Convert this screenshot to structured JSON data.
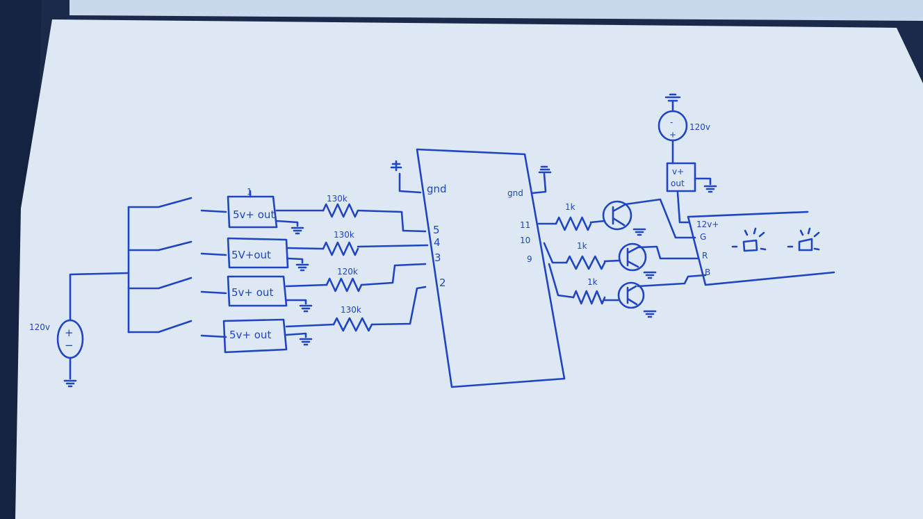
{
  "diagram": {
    "main_source_label": "120v",
    "regulators": [
      {
        "label": "5v+ out",
        "pin_note": "1"
      },
      {
        "label": "5V+out"
      },
      {
        "label": "5v+ out"
      },
      {
        "label": "5v+ out"
      }
    ],
    "input_resistors": [
      "130k",
      "130k",
      "120k",
      "130k"
    ],
    "ic": {
      "gnd_left": "gnd",
      "gnd_right": "gnd",
      "left_pins": [
        "5",
        "4",
        "3",
        "2"
      ],
      "right_pins": [
        "11",
        "10",
        "9"
      ]
    },
    "output_resistors": [
      "1k",
      "1k",
      "1k"
    ],
    "led_source_label": "120v",
    "led_source_minus": "-",
    "led_source_plus": "+",
    "main_source_plus": "+",
    "main_source_minus": "−",
    "led_regulator": {
      "line1": "v+",
      "line2": "out"
    },
    "led_strip": {
      "supply": "12v+",
      "pins": [
        "G",
        "R",
        "B"
      ]
    }
  }
}
